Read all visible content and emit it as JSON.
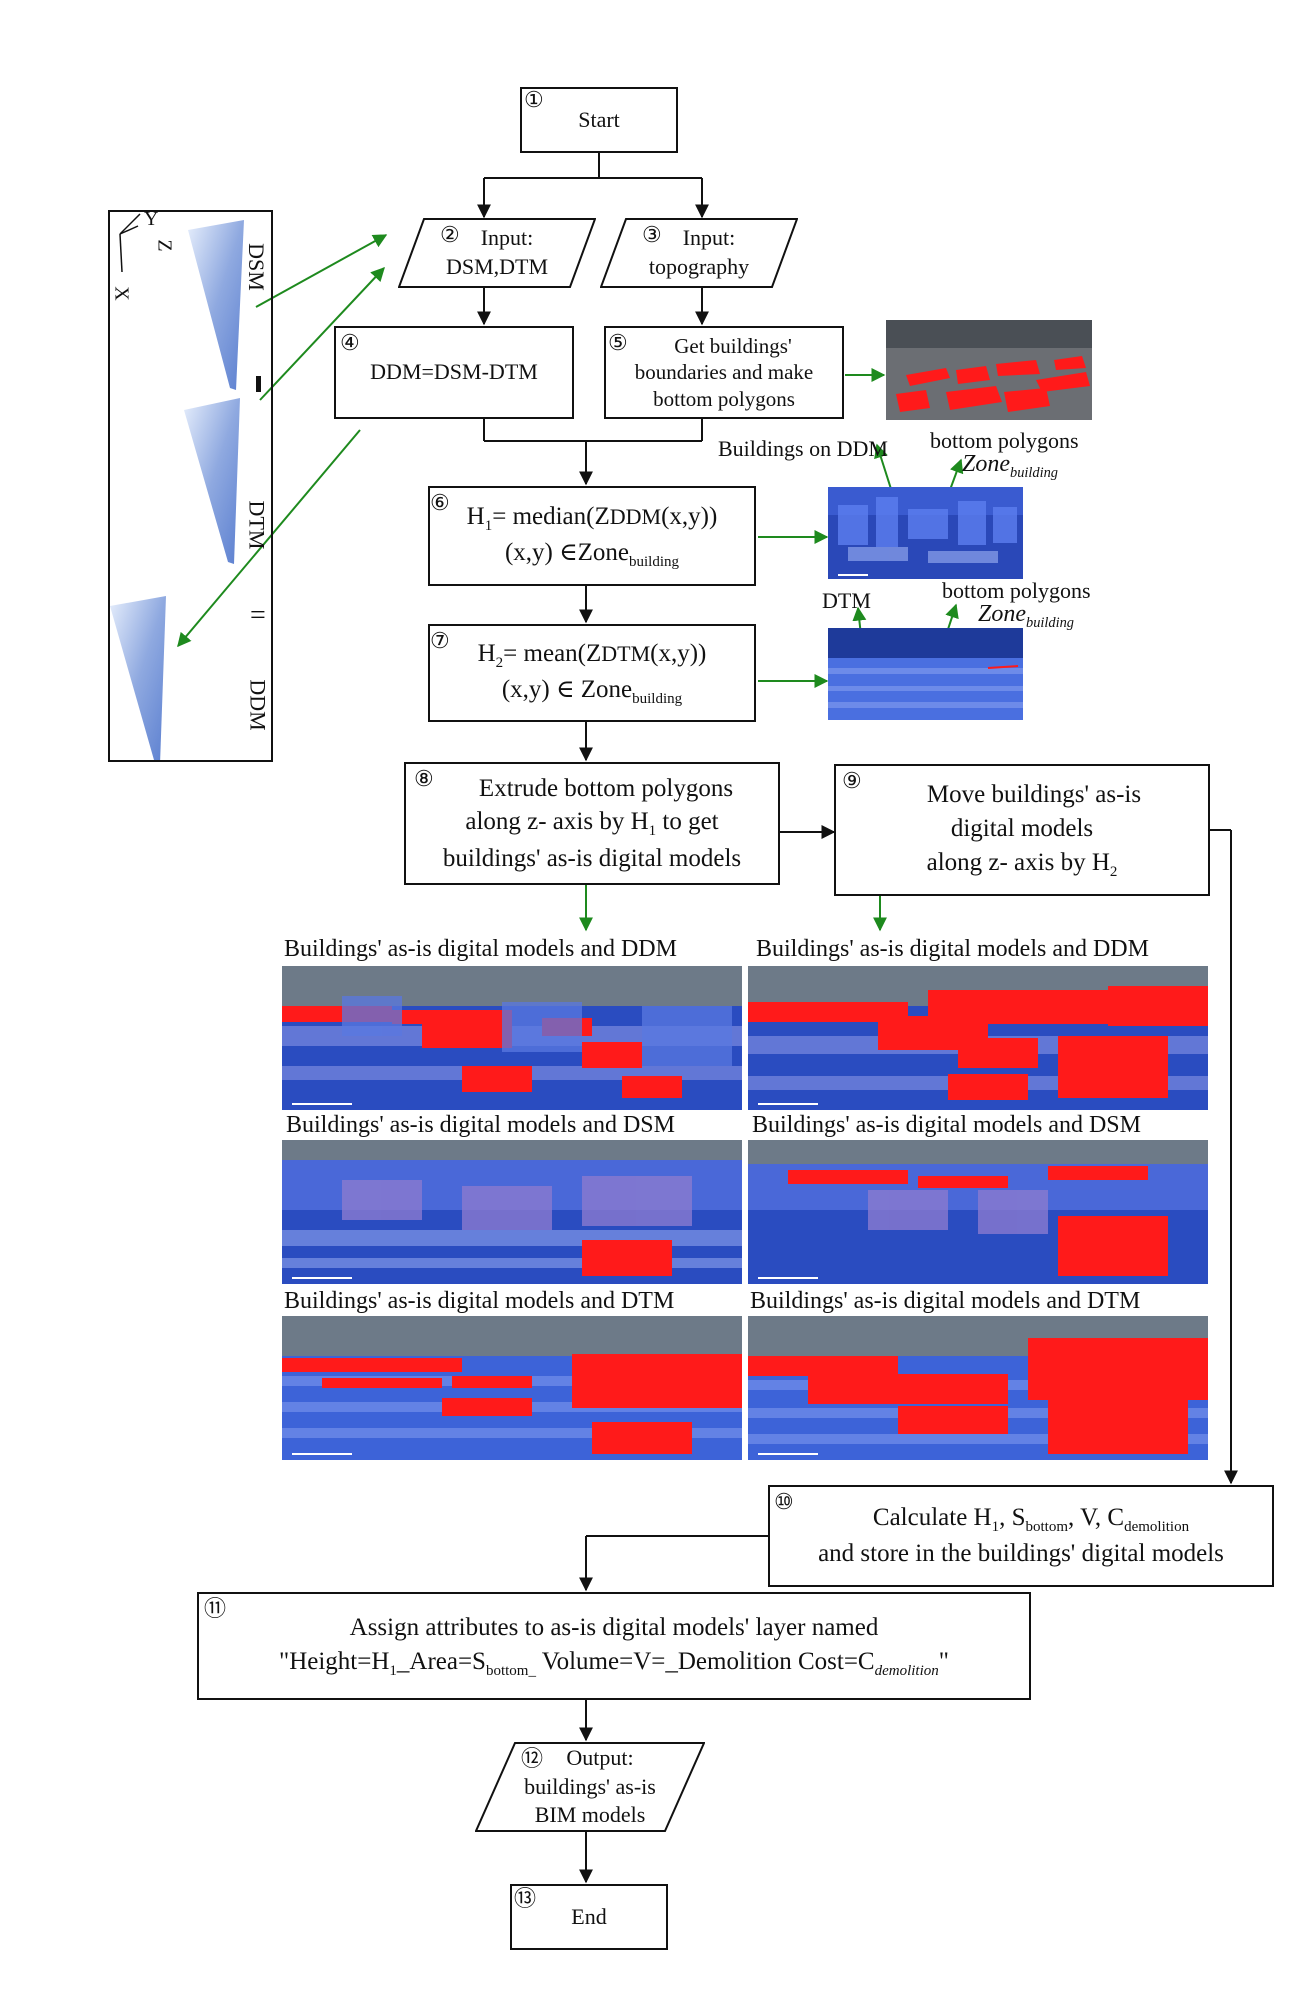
{
  "nodes": {
    "n1": {
      "num": "①",
      "text": "Start"
    },
    "n2": {
      "num": "②",
      "line1": "Input:",
      "line2": "DSM,DTM"
    },
    "n3": {
      "num": "③",
      "line1": "Input:",
      "line2": "topography"
    },
    "n4": {
      "num": "④",
      "text": "DDM=DSM-DTM"
    },
    "n5": {
      "num": "⑤",
      "line1": "Get buildings'",
      "line2": "boundaries and make",
      "line3": "bottom polygons"
    },
    "n6": {
      "num": "⑥",
      "line1_a": "H",
      "line1_sub": "1",
      "line1_b": "= median(Z",
      "line1_sc": "DDM",
      "line1_c": "(x,y))",
      "line2_a": "(x,y) ∈Zone",
      "line2_sub": "building"
    },
    "n7": {
      "num": "⑦",
      "line1_a": "H",
      "line1_sub": "2",
      "line1_b": "= mean(Z",
      "line1_sc": "DTM",
      "line1_c": "(x,y))",
      "line2_a": "(x,y) ∈ Zone",
      "line2_sub": "building"
    },
    "n8": {
      "num": "⑧",
      "line1": "Extrude bottom polygons",
      "line2_a": "along z- axis by H",
      "line2_sub": "1",
      "line2_b": " to get",
      "line3": "buildings' as-is digital models"
    },
    "n9": {
      "num": "⑨",
      "line1": "Move buildings' as-is",
      "line2": "digital models",
      "line3_a": "along z- axis by H",
      "line3_sub": "2"
    },
    "n10": {
      "num": "⑩",
      "l1_a": "Calculate H",
      "l1_s1": "1",
      "l1_b": ", S",
      "l1_s2": "bottom",
      "l1_c": ", V, C",
      "l1_s3": "demolition",
      "line2": "and store in the buildings' digital models"
    },
    "n11": {
      "num": "⑪",
      "line1": "Assign attributes to as-is digital models' layer named",
      "l2_a": "\"Height=H",
      "l2_s1": "1",
      "l2_b": "_Area=S",
      "l2_s2": "bottom_",
      "l2_c": " Volume=V=_Demolition Cost=C",
      "l2_s3": "demolition",
      "l2_d": "\""
    },
    "n12": {
      "num": "⑫",
      "line1": "Output:",
      "line2": "buildings' as-is",
      "line3": "BIM models"
    },
    "n13": {
      "num": "⑬",
      "text": "End"
    }
  },
  "annotations": {
    "buildings_on_ddm": "Buildings on DDM",
    "bottom_polygons_1": "bottom polygons",
    "zone_1": "Zone",
    "zone_1_sub": "building",
    "dtm": "DTM",
    "bottom_polygons_2": "bottom polygons",
    "zone_2": "Zone",
    "zone_2_sub": "building"
  },
  "panel": {
    "axis_y": "Y",
    "axis_z": "Z",
    "axis_x": "X",
    "dsm": "DSM",
    "dtm": "DTM",
    "ddm": "DDM"
  },
  "captions": {
    "c1": "Buildings' as-is digital models and DDM",
    "c2": "Buildings' as-is digital models and DDM",
    "c3": "Buildings' as-is digital models and DSM",
    "c4": "Buildings' as-is digital models and DSM",
    "c5": "Buildings' as-is digital models and DTM",
    "c6": "Buildings' as-is digital models and DTM"
  },
  "colors": {
    "arrow_green": "#1e8a1e",
    "building_red": "#ff1a1a",
    "terrain_blue": "#2f55c8"
  }
}
